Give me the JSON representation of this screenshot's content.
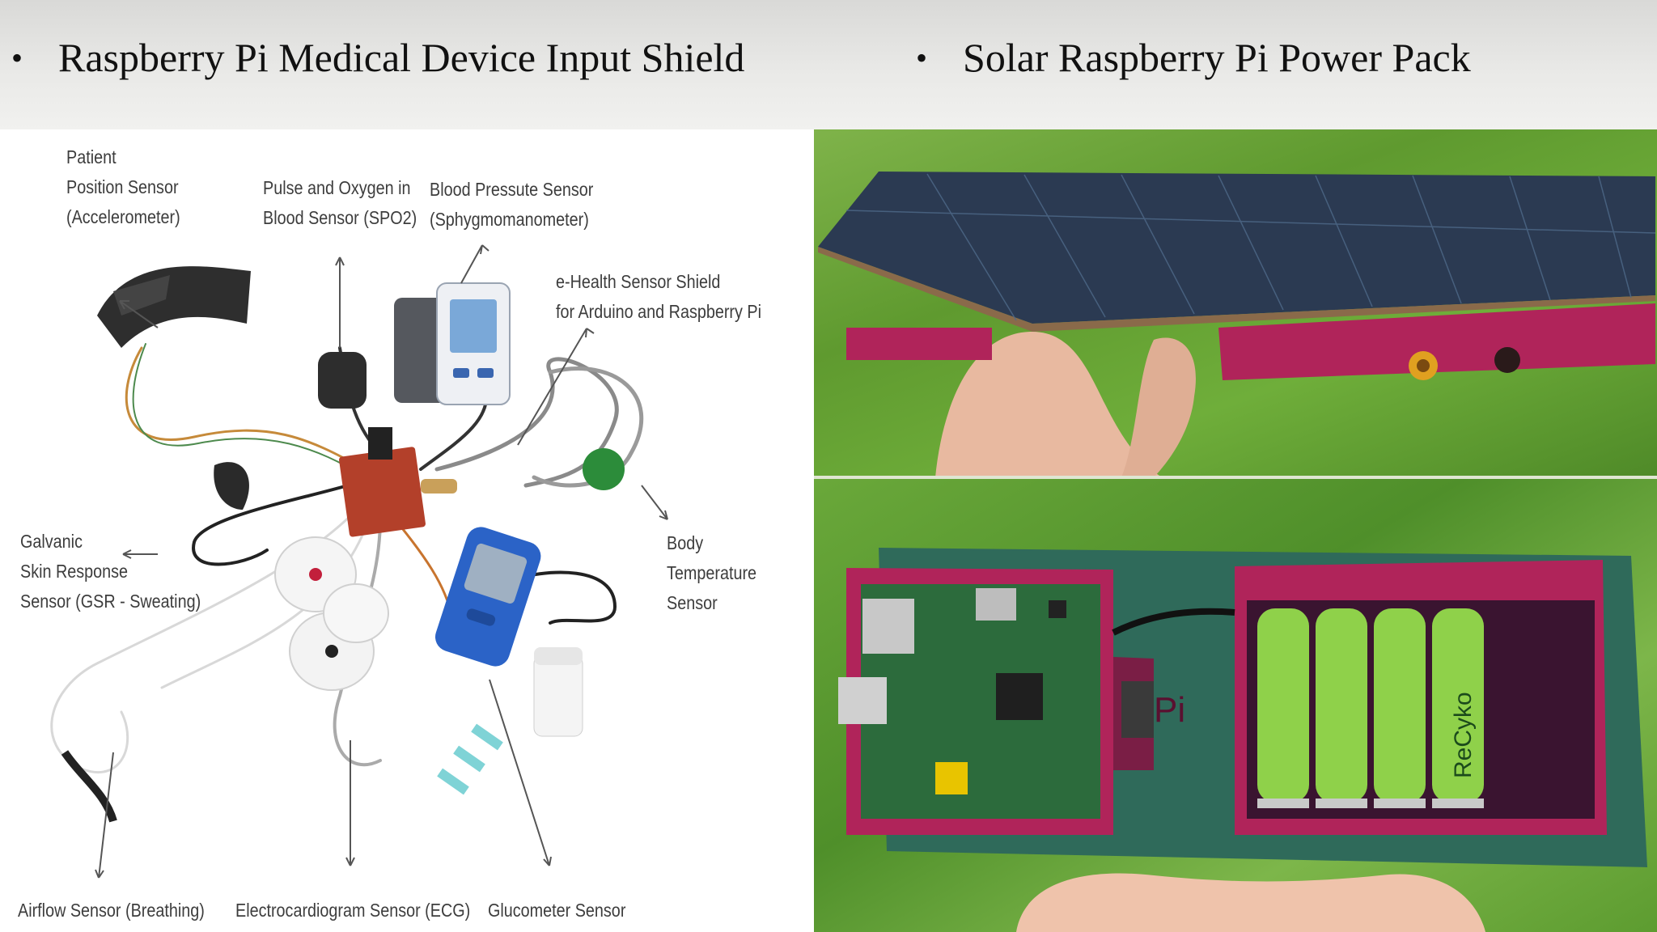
{
  "header": {
    "bullet_char": "•",
    "left_title": "Raspberry Pi Medical Device Input Shield",
    "right_title": "Solar Raspberry Pi Power Pack"
  },
  "diagram": {
    "labels": {
      "patient_position": "Patient\nPosition Sensor\n(Accelerometer)",
      "pulse_oxygen": "Pulse and Oxygen in\nBlood Sensor (SPO2)",
      "blood_pressure": "Blood Pressute Sensor\n(Sphygmomanometer)",
      "ehealth_shield": "e-Health Sensor Shield\nfor Arduino and Raspberry Pi",
      "galvanic": "Galvanic\nSkin Response\nSensor (GSR - Sweating)",
      "body_temperature": "Body Temperature\nSensor",
      "airflow": "Airflow Sensor (Breathing)",
      "ecg": "Electrocardiogram Sensor (ECG)",
      "glucometer": "Glucometer Sensor"
    }
  },
  "photos": {
    "battery_text": "ReCyko",
    "case_logo": "Pi"
  },
  "colors": {
    "header_bg": "#e6e6e4",
    "case_magenta": "#b0245a",
    "battery_green": "#8fd14a",
    "grass": "#5f9a2f",
    "solar_panel": "#2b3a52"
  }
}
